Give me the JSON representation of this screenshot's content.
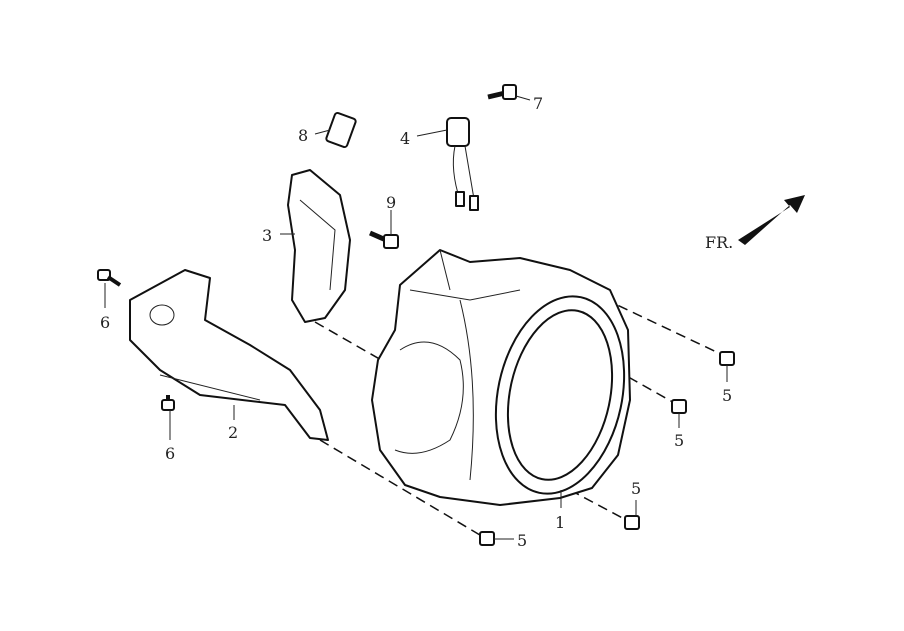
{
  "diagram": {
    "direction_label": "FR.",
    "callouts": [
      {
        "id": "1",
        "label": "1"
      },
      {
        "id": "2",
        "label": "2"
      },
      {
        "id": "3",
        "label": "3"
      },
      {
        "id": "4",
        "label": "4"
      },
      {
        "id": "5a",
        "label": "5"
      },
      {
        "id": "5b",
        "label": "5"
      },
      {
        "id": "5c",
        "label": "5"
      },
      {
        "id": "5d",
        "label": "5"
      },
      {
        "id": "6a",
        "label": "6"
      },
      {
        "id": "6b",
        "label": "6"
      },
      {
        "id": "7",
        "label": "7"
      },
      {
        "id": "8",
        "label": "8"
      },
      {
        "id": "9",
        "label": "9"
      }
    ]
  }
}
